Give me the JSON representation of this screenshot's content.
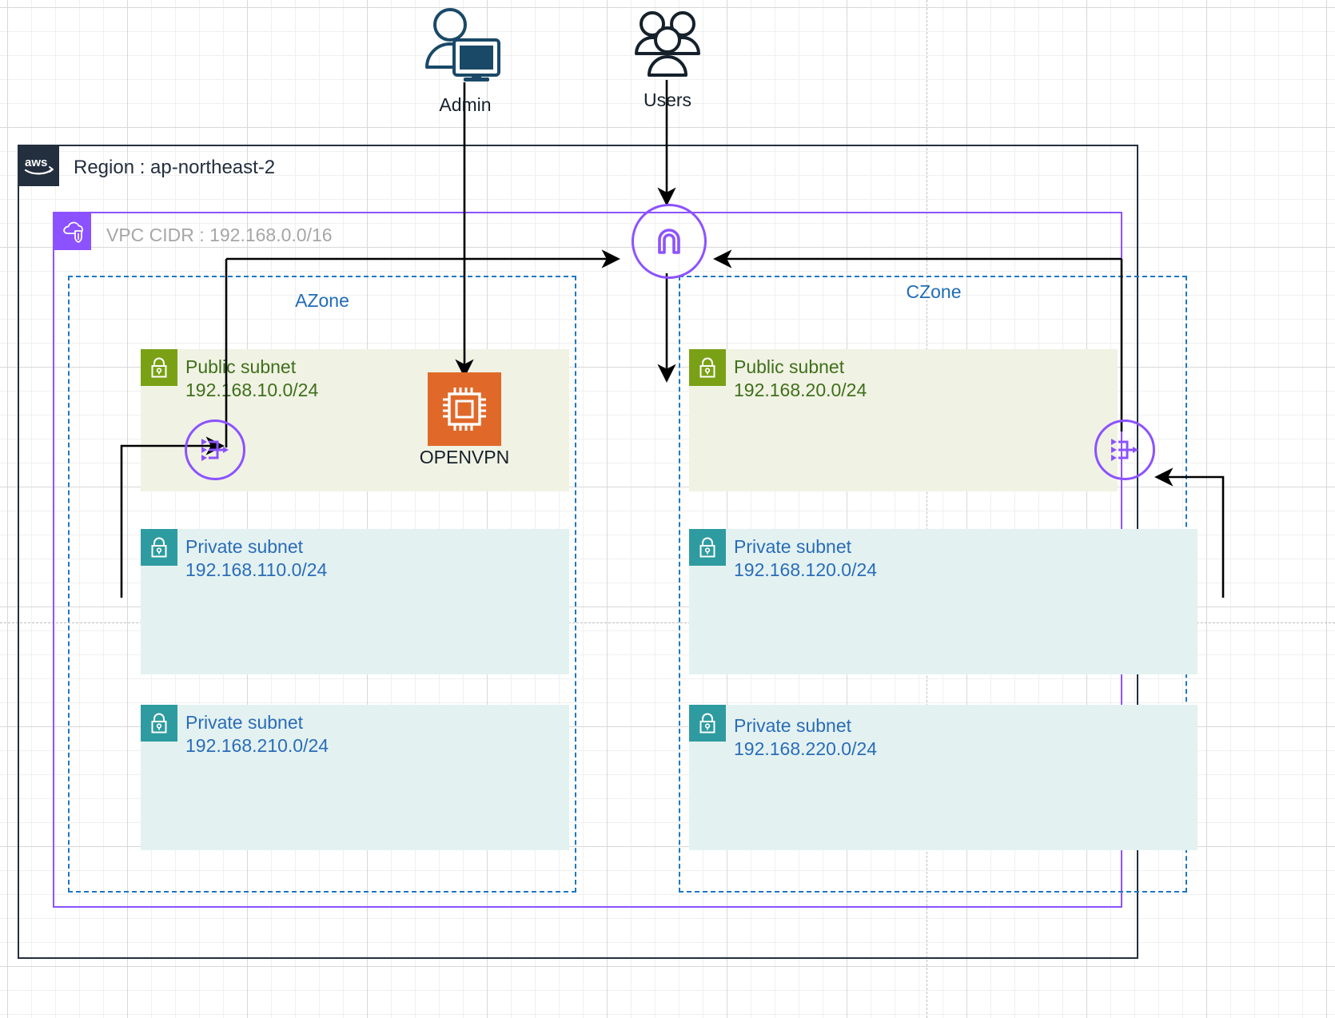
{
  "diagram": {
    "title": "AWS VPC multi-AZ network architecture",
    "colors": {
      "aws_navy": "#232f3e",
      "vpc_purple": "#8c52ff",
      "az_blue": "#1f77c2",
      "public_green": "#7aa116",
      "private_teal": "#2e9ba0",
      "ec2_orange": "#e0692a",
      "public_fill": "#f0f2e3",
      "private_fill": "#e3f2f1",
      "vpc_label_gray": "#a6a6a6"
    }
  },
  "region": {
    "label": "Region : ap-northeast-2",
    "badge_icon": "aws-logo-icon"
  },
  "vpc": {
    "label": "VPC CIDR : 192.168.0.0/16",
    "badge_icon": "vpc-icon"
  },
  "actors": [
    {
      "id": "admin",
      "label": "Admin",
      "icon": "admin-user-with-monitor-icon"
    },
    {
      "id": "users",
      "label": "Users",
      "icon": "users-group-icon"
    }
  ],
  "gateways": {
    "internet_gateway": {
      "icon": "internet-gateway-icon",
      "label": ""
    },
    "nat_azone": {
      "icon": "nat-gateway-icon",
      "label": ""
    },
    "nat_czone": {
      "icon": "nat-gateway-icon",
      "label": ""
    }
  },
  "instances": [
    {
      "id": "openvpn",
      "label": "OPENVPN",
      "icon": "ec2-instance-icon"
    }
  ],
  "zones": [
    {
      "id": "azone",
      "label": "AZone",
      "subnets": [
        {
          "type": "public",
          "name": "Public subnet",
          "cidr": "192.168.10.0/24",
          "icon": "lock-icon"
        },
        {
          "type": "private",
          "name": "Private subnet",
          "cidr": "192.168.110.0/24",
          "icon": "lock-icon"
        },
        {
          "type": "private",
          "name": "Private subnet",
          "cidr": "192.168.210.0/24",
          "icon": "lock-icon"
        }
      ]
    },
    {
      "id": "czone",
      "label": "CZone",
      "subnets": [
        {
          "type": "public",
          "name": "Public subnet",
          "cidr": "192.168.20.0/24",
          "icon": "lock-icon"
        },
        {
          "type": "private",
          "name": "Private subnet",
          "cidr": "192.168.120.0/24",
          "icon": "lock-icon"
        },
        {
          "type": "private",
          "name": "Private subnet",
          "cidr": "192.168.220.0/24",
          "icon": "lock-icon"
        }
      ]
    }
  ]
}
